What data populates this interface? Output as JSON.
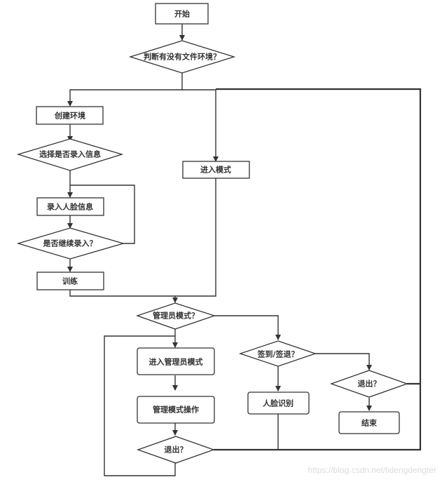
{
  "diagram": {
    "type": "flowchart",
    "nodes": {
      "start": "开始",
      "check_env": "判断有没有文件环境？",
      "create_env": "创建环境",
      "choose_enroll": "选择是否录入信息",
      "enroll_face": "录入人脸信息",
      "continue_enroll": "是否继续录入？",
      "train": "训练",
      "enter_mode": "进入模式",
      "admin_mode_q": "管理员模式？",
      "enter_admin": "进入管理员模式",
      "admin_ops": "管理模式操作",
      "admin_exit_q": "退出？",
      "checkin_q": "签到/签退？",
      "face_recog": "人脸识别",
      "exit_q": "退出？",
      "end": "结束"
    },
    "edges": [
      [
        "start",
        "check_env"
      ],
      [
        "check_env",
        "create_env"
      ],
      [
        "check_env",
        "enter_mode"
      ],
      [
        "create_env",
        "choose_enroll"
      ],
      [
        "choose_enroll",
        "enroll_face"
      ],
      [
        "enroll_face",
        "continue_enroll"
      ],
      [
        "continue_enroll",
        "enroll_face"
      ],
      [
        "continue_enroll",
        "train"
      ],
      [
        "train",
        "admin_mode_q"
      ],
      [
        "enter_mode",
        "admin_mode_q"
      ],
      [
        "admin_mode_q",
        "enter_admin"
      ],
      [
        "admin_mode_q",
        "checkin_q"
      ],
      [
        "enter_admin",
        "admin_ops"
      ],
      [
        "admin_ops",
        "admin_exit_q"
      ],
      [
        "admin_exit_q",
        "enter_admin"
      ],
      [
        "admin_exit_q",
        "enter_mode"
      ],
      [
        "checkin_q",
        "face_recog"
      ],
      [
        "checkin_q",
        "exit_q"
      ],
      [
        "face_recog",
        "enter_mode"
      ],
      [
        "exit_q",
        "end"
      ],
      [
        "exit_q",
        "enter_mode"
      ]
    ]
  },
  "watermark": "https://blog.csdn.net/lidengdengter"
}
